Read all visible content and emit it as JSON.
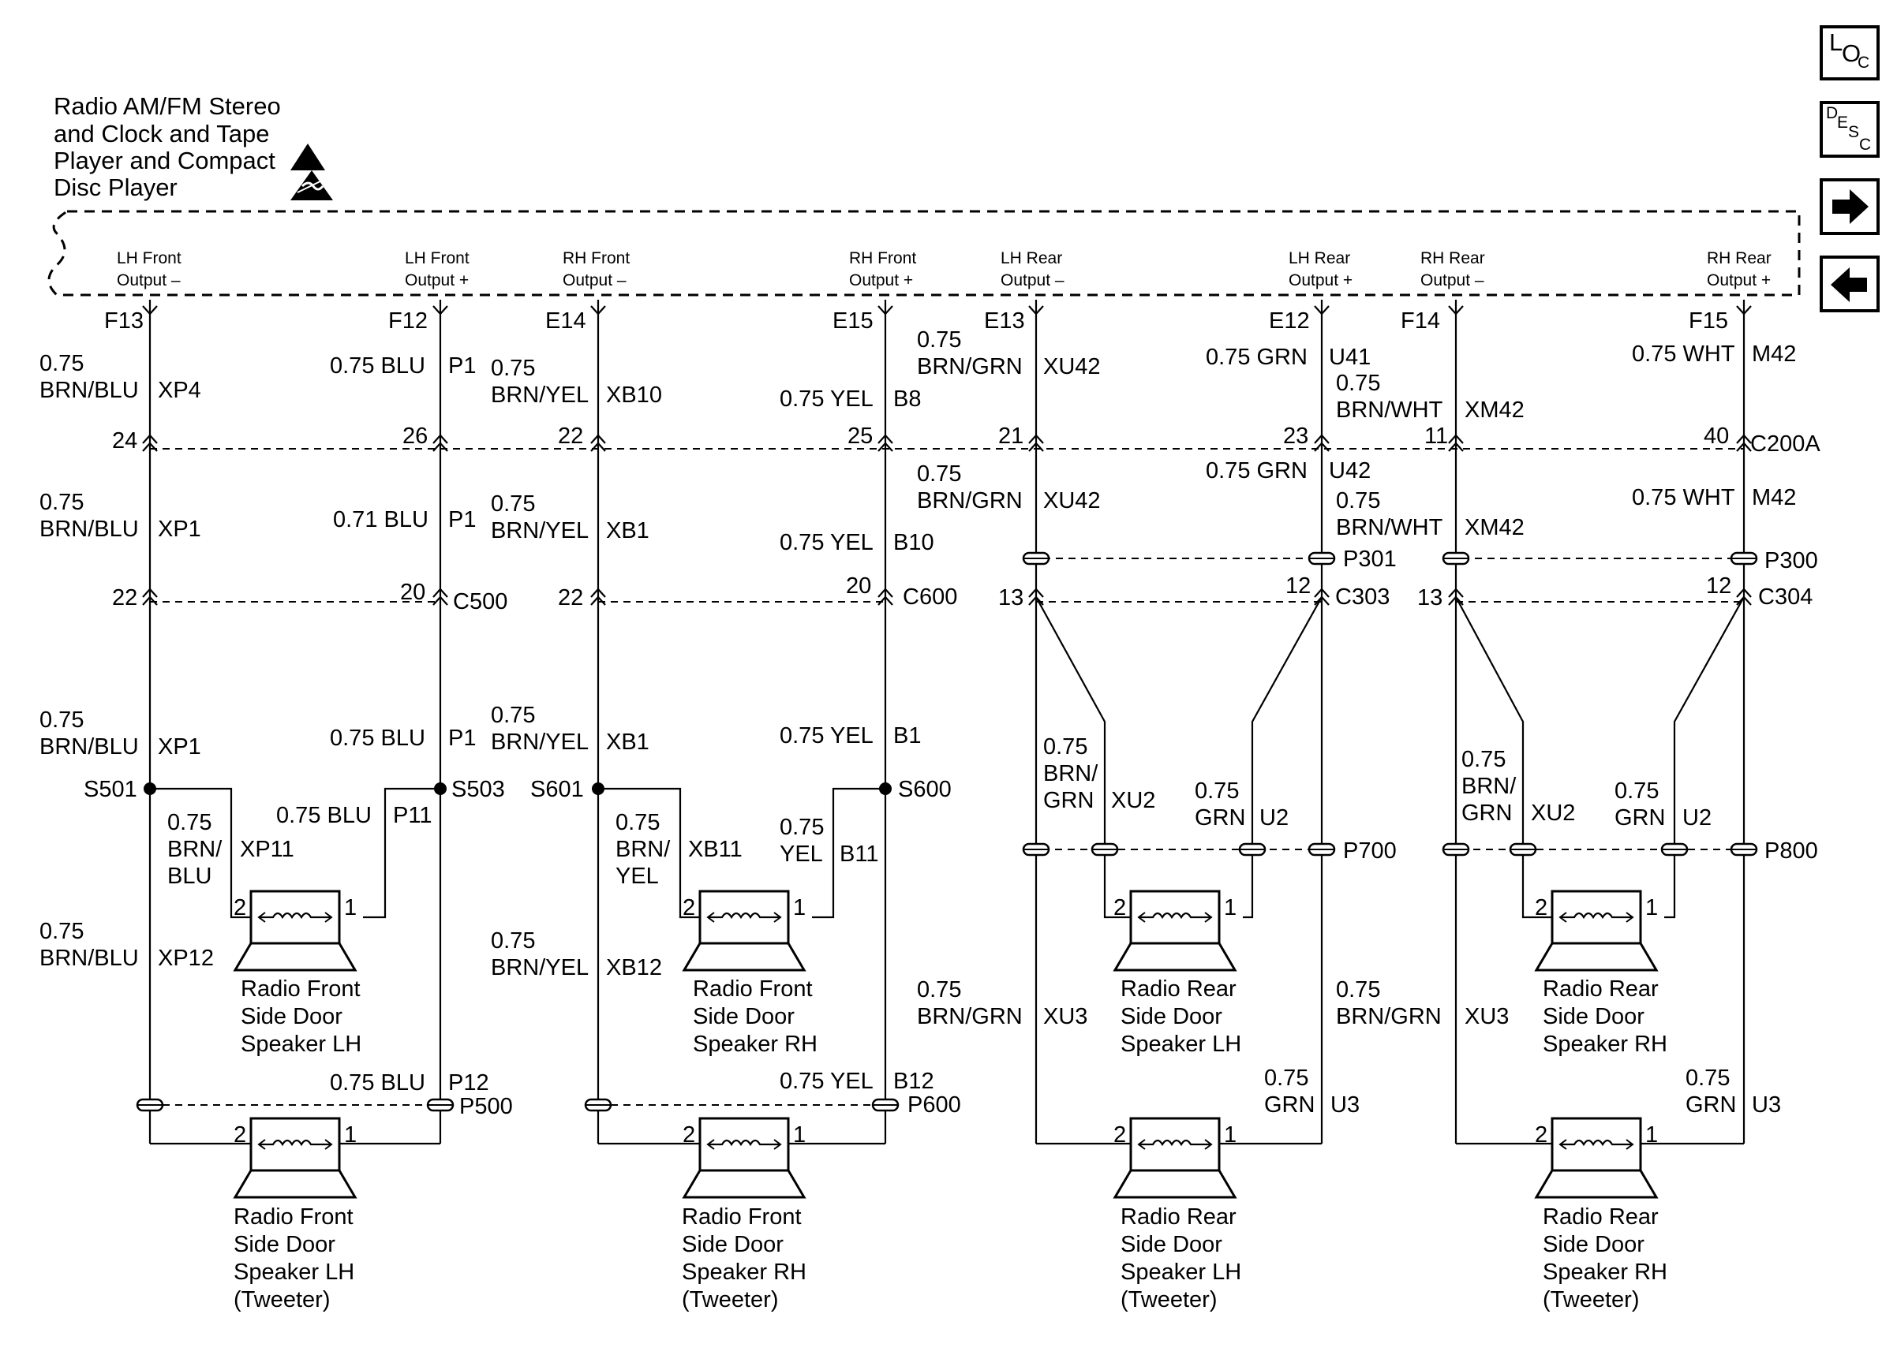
{
  "module": {
    "title_lines": [
      "Radio AM/FM Stereo",
      "and Clock and Tape",
      "Player and Compact",
      "Disc Player"
    ]
  },
  "nav": {
    "loc": {
      "a": "L",
      "b": "O",
      "c": "C"
    },
    "desc": {
      "a": "D",
      "b": "E",
      "c": "S",
      "d": "C"
    },
    "next_icon": "right-arrow-icon",
    "prev_icon": "left-arrow-icon"
  },
  "outputs": [
    {
      "l1": "LH Front",
      "l2": "Output –",
      "pin": "F13"
    },
    {
      "l1": "LH Front",
      "l2": "Output +",
      "pin": "F12"
    },
    {
      "l1": "RH Front",
      "l2": "Output –",
      "pin": "E14"
    },
    {
      "l1": "RH Front",
      "l2": "Output +",
      "pin": "E15"
    },
    {
      "l1": "LH Rear",
      "l2": "Output –",
      "pin": "E13"
    },
    {
      "l1": "LH Rear",
      "l2": "Output +",
      "pin": "E12"
    },
    {
      "l1": "RH Rear",
      "l2": "Output –",
      "pin": "F14"
    },
    {
      "l1": "RH Rear",
      "l2": "Output +",
      "pin": "F15"
    }
  ],
  "wire_labels": [
    {
      "lines": [
        "0.75",
        "BRN/BLU"
      ],
      "circuit": "XP4"
    },
    {
      "lines": [
        "0.75 BLU"
      ],
      "circuit": "P1"
    },
    {
      "lines": [
        "0.75",
        "BRN/YEL"
      ],
      "circuit": "XB10"
    },
    {
      "lines": [
        "0.75 YEL"
      ],
      "circuit": "B8"
    },
    {
      "lines": [
        "0.75",
        "BRN/GRN"
      ],
      "circuit": "XU42"
    },
    {
      "lines": [
        "0.75 GRN"
      ],
      "circuit": "U41"
    },
    {
      "lines": [
        "0.75",
        "BRN/WHT"
      ],
      "circuit": "XM42"
    },
    {
      "lines": [
        "0.75 WHT"
      ],
      "circuit": "M42"
    },
    {
      "lines": [
        "0.75",
        "BRN/BLU"
      ],
      "circuit": "XP1"
    },
    {
      "lines": [
        "0.71 BLU"
      ],
      "circuit": "P1"
    },
    {
      "lines": [
        "0.75",
        "BRN/YEL"
      ],
      "circuit": "XB1"
    },
    {
      "lines": [
        "0.75 YEL"
      ],
      "circuit": "B10"
    },
    {
      "lines": [
        "0.75",
        "BRN/GRN"
      ],
      "circuit": "XU42"
    },
    {
      "lines": [
        "0.75 GRN"
      ],
      "circuit": "U42"
    },
    {
      "lines": [
        "0.75",
        "BRN/WHT"
      ],
      "circuit": "XM42"
    },
    {
      "lines": [
        "0.75 WHT"
      ],
      "circuit": "M42"
    },
    {
      "lines": [
        "0.75",
        "BRN/BLU"
      ],
      "circuit": "XP1"
    },
    {
      "lines": [
        "0.75 BLU"
      ],
      "circuit": "P1"
    },
    {
      "lines": [
        "0.75",
        "BRN/YEL"
      ],
      "circuit": "XB1"
    },
    {
      "lines": [
        "0.75 YEL"
      ],
      "circuit": "B1"
    },
    {
      "lines": [
        "0.75",
        "BRN/",
        "BLU"
      ],
      "circuit": "XP11"
    },
    {
      "lines": [
        "0.75 BLU"
      ],
      "circuit": "P11"
    },
    {
      "lines": [
        "0.75",
        "BRN/",
        "YEL"
      ],
      "circuit": "XB11"
    },
    {
      "lines": [
        "0.75",
        "YEL"
      ],
      "circuit": "B11"
    },
    {
      "lines": [
        "0.75",
        "BRN/",
        "GRN"
      ],
      "circuit": "XU2"
    },
    {
      "lines": [
        "0.75",
        "GRN"
      ],
      "circuit": "U2"
    },
    {
      "lines": [
        "0.75",
        "BRN/",
        "GRN"
      ],
      "circuit": "XU2"
    },
    {
      "lines": [
        "0.75",
        "GRN"
      ],
      "circuit": "U2"
    },
    {
      "lines": [
        "0.75",
        "BRN/BLU"
      ],
      "circuit": "XP12"
    },
    {
      "lines": [
        "0.75",
        "BRN/YEL"
      ],
      "circuit": "XB12"
    },
    {
      "lines": [
        "0.75",
        "BRN/GRN"
      ],
      "circuit": "XU3"
    },
    {
      "lines": [
        "0.75",
        "BRN/GRN"
      ],
      "circuit": "XU3"
    },
    {
      "lines": [
        "0.75 BLU"
      ],
      "circuit": "P12"
    },
    {
      "lines": [
        "0.75 YEL"
      ],
      "circuit": "B12"
    },
    {
      "lines": [
        "0.75",
        "GRN"
      ],
      "circuit": "U3"
    },
    {
      "lines": [
        "0.75",
        "GRN"
      ],
      "circuit": "U3"
    }
  ],
  "connectors": {
    "c200a": {
      "name": "C200A",
      "pins": [
        "24",
        "26",
        "22",
        "25",
        "21",
        "23",
        "11",
        "40"
      ]
    },
    "c500": {
      "name": "C500",
      "pins": [
        "22",
        "20"
      ]
    },
    "c600": {
      "name": "C600",
      "pins": [
        "22",
        "20"
      ]
    },
    "c303": {
      "name": "C303",
      "pins": [
        "13",
        "12"
      ]
    },
    "c304": {
      "name": "C304",
      "pins": [
        "13",
        "12"
      ]
    }
  },
  "pass_throughs": [
    "P301",
    "P300",
    "P700",
    "P800",
    "P500",
    "P600"
  ],
  "splices": [
    "S501",
    "S503",
    "S601",
    "S600"
  ],
  "speakers": [
    {
      "lines": [
        "Radio Front",
        "Side Door",
        "Speaker LH"
      ],
      "pin_left": "2",
      "pin_right": "1"
    },
    {
      "lines": [
        "Radio Front",
        "Side Door",
        "Speaker RH"
      ],
      "pin_left": "2",
      "pin_right": "1"
    },
    {
      "lines": [
        "Radio Rear",
        "Side Door",
        "Speaker LH"
      ],
      "pin_left": "2",
      "pin_right": "1"
    },
    {
      "lines": [
        "Radio Rear",
        "Side Door",
        "Speaker RH"
      ],
      "pin_left": "2",
      "pin_right": "1"
    },
    {
      "lines": [
        "Radio Front",
        "Side Door",
        "Speaker LH",
        "(Tweeter)"
      ],
      "pin_left": "2",
      "pin_right": "1"
    },
    {
      "lines": [
        "Radio Front",
        "Side Door",
        "Speaker RH",
        "(Tweeter)"
      ],
      "pin_left": "2",
      "pin_right": "1"
    },
    {
      "lines": [
        "Radio Rear",
        "Side Door",
        "Speaker LH",
        "(Tweeter)"
      ],
      "pin_left": "2",
      "pin_right": "1"
    },
    {
      "lines": [
        "Radio Rear",
        "Side Door",
        "Speaker RH",
        "(Tweeter)"
      ],
      "pin_left": "2",
      "pin_right": "1"
    }
  ]
}
